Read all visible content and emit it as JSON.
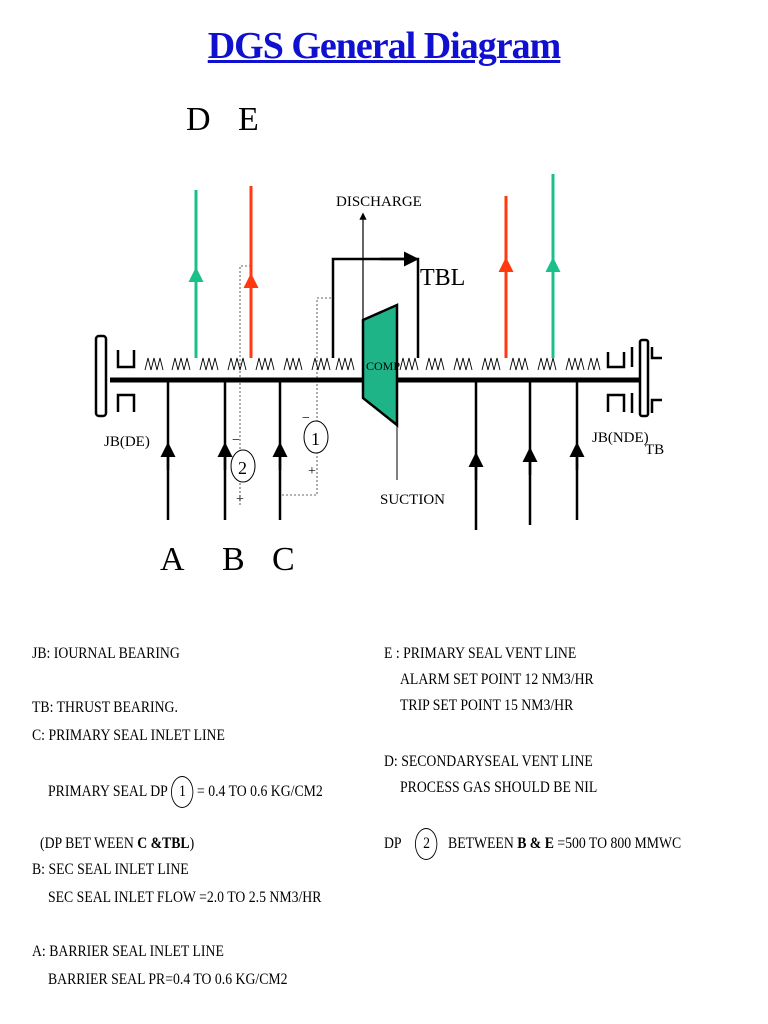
{
  "title": "DGS General Diagram",
  "diagram": {
    "letters_top": [
      "D",
      "E"
    ],
    "letters_bottom": [
      "A",
      "B",
      "C"
    ],
    "discharge": "DISCHARGE",
    "suction": "SUCTION",
    "tbl": "TBL",
    "comp": "COMP",
    "jb_de": "JB(DE)",
    "jb_nde": "JB(NDE)",
    "tb": "TB",
    "gauge1": "1",
    "gauge2": "2",
    "minus": "−",
    "plus": "+",
    "colors": {
      "green_line": "#19c08a",
      "red_line": "#ff3a10",
      "compressor_fill": "#1fb488"
    }
  },
  "notes_left": {
    "jb": "JB: IOURNAL BEARING",
    "tb": "TB: THRUST BEARING.",
    "c_line": "C: PRIMARY SEAL INLET LINE",
    "psdp_prefix": "PRIMARY SEAL DP",
    "psdp_num": "1",
    "psdp_suffix": "= 0.4 TO 0.6 KG/CM2",
    "dp_bet_prefix": "(DP BET WEEN",
    "dp_bet_bold": "C &TBL",
    "dp_bet_suffix": ")",
    "b_line": "B: SEC SEAL INLET LINE",
    "b_flow": "SEC SEAL INLET FLOW =2.0 TO 2.5 NM3/HR",
    "a_line": "A: BARRIER SEAL INLET LINE",
    "a_pr": "BARRIER SEAL PR=0.4 TO 0.6 KG/CM2"
  },
  "notes_right": {
    "e_line": "E : PRIMARY SEAL VENT LINE",
    "e_alarm": "ALARM SET POINT 12 NM3/HR",
    "e_trip": "TRIP SET POINT 15 NM3/HR",
    "d_line": "D: SECONDARYSEAL VENT LINE",
    "d_gas": "PROCESS GAS SHOULD BE NIL",
    "dp_prefix": "DP",
    "dp_num": "2",
    "dp_between": "BETWEEN",
    "dp_bold": "B & E",
    "dp_suffix": "=500 TO 800 MMWC"
  }
}
